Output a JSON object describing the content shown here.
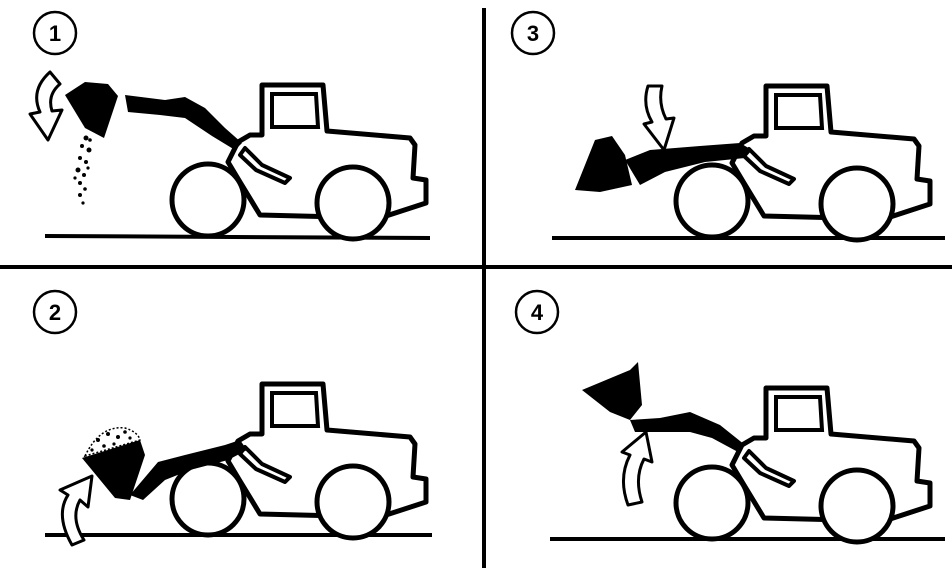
{
  "panels": [
    {
      "number": "1",
      "step": "dump",
      "arrow": "rotate-down-icon"
    },
    {
      "number": "3",
      "step": "lower",
      "arrow": "arrow-down-icon"
    },
    {
      "number": "2",
      "step": "curl",
      "arrow": "rotate-up-icon"
    },
    {
      "number": "4",
      "step": "raise",
      "arrow": "arrow-up-icon"
    }
  ],
  "colors": {
    "ink": "#000000",
    "paper": "#ffffff"
  }
}
